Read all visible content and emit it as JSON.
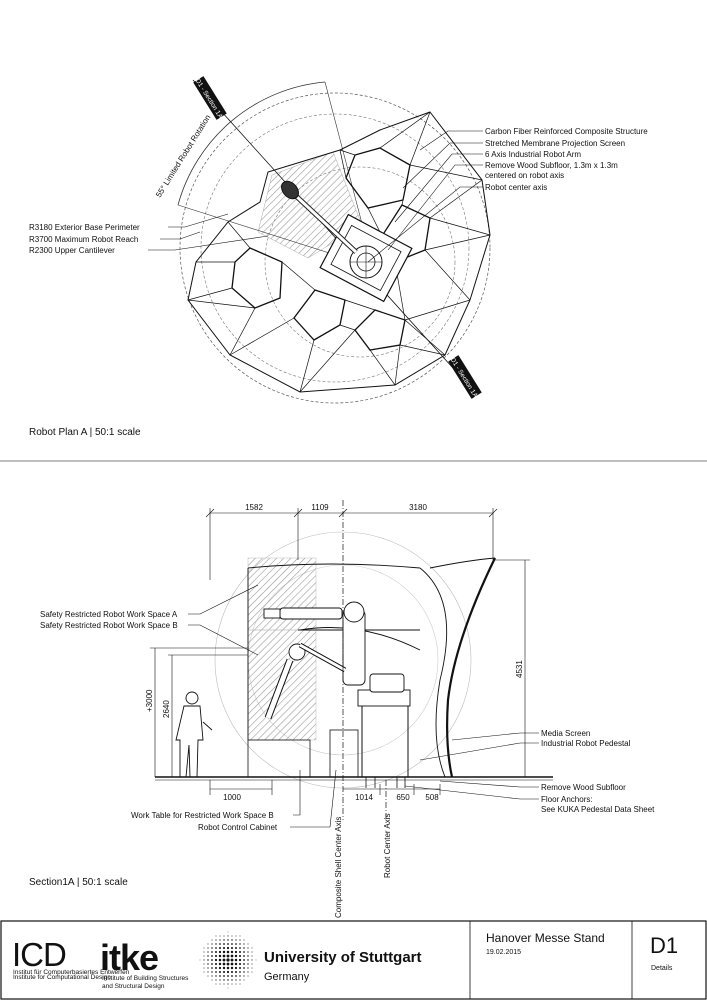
{
  "plan": {
    "caption": "Robot Plan A | 50:1 scale",
    "section_tag_top": "D1 - Section 1A",
    "section_tag_bottom": "D1 - Section 1A",
    "rotation_label": "55° Limited Robot Rotation",
    "callouts_right": [
      "Carbon Fiber Reinforced Composite Structure",
      "Stretched Membrane Projection Screen",
      "6 Axis Industrial Robot Arm",
      "Remove Wood Subfloor, 1.3m x 1.3m",
      "centered on robot axis",
      "Robot center axis"
    ],
    "callouts_left": [
      "R3180 Exterior Base Perimeter",
      "R3700 Maximum Robot Reach",
      "R2300 Upper Cantilever"
    ]
  },
  "section": {
    "caption": "Section1A | 50:1 scale",
    "dims_top": [
      "1582",
      "1109",
      "3180"
    ],
    "dims_bottom": [
      "1000",
      "1014",
      "650",
      "508"
    ],
    "dim_vertical_left": [
      "+3000",
      "2640"
    ],
    "dim_vertical_right": "4531",
    "callouts_left": [
      "Safety Restricted Robot Work Space A",
      "Safety Restricted Robot Work Space B"
    ],
    "callouts_bottom_left": [
      "Work Table for Restricted Work Space B",
      "Robot Control Cabinet"
    ],
    "callouts_right": [
      "Media Screen",
      "Industrial Robot Pedestal",
      "Remove Wood Subfloor",
      "Floor Anchors:",
      "See KUKA Pedestal Data Sheet"
    ],
    "axis_labels": [
      "Composite Shell Center Axis",
      "Robot Center Axis"
    ]
  },
  "title_block": {
    "logo_icd": "ICD",
    "logo_icd_sub": [
      "Institut für Computerbasiertes Entwerfen",
      "Institute for Computational Design"
    ],
    "logo_itke": "itke",
    "logo_itke_sub": [
      "Institute of Building Structures",
      "and Structural Design"
    ],
    "university": "University of Stuttgart",
    "country": "Germany",
    "project": "Hanover Messe Stand",
    "date": "19.02.2015",
    "sheet": "D1",
    "sheet_sub": "Details"
  }
}
